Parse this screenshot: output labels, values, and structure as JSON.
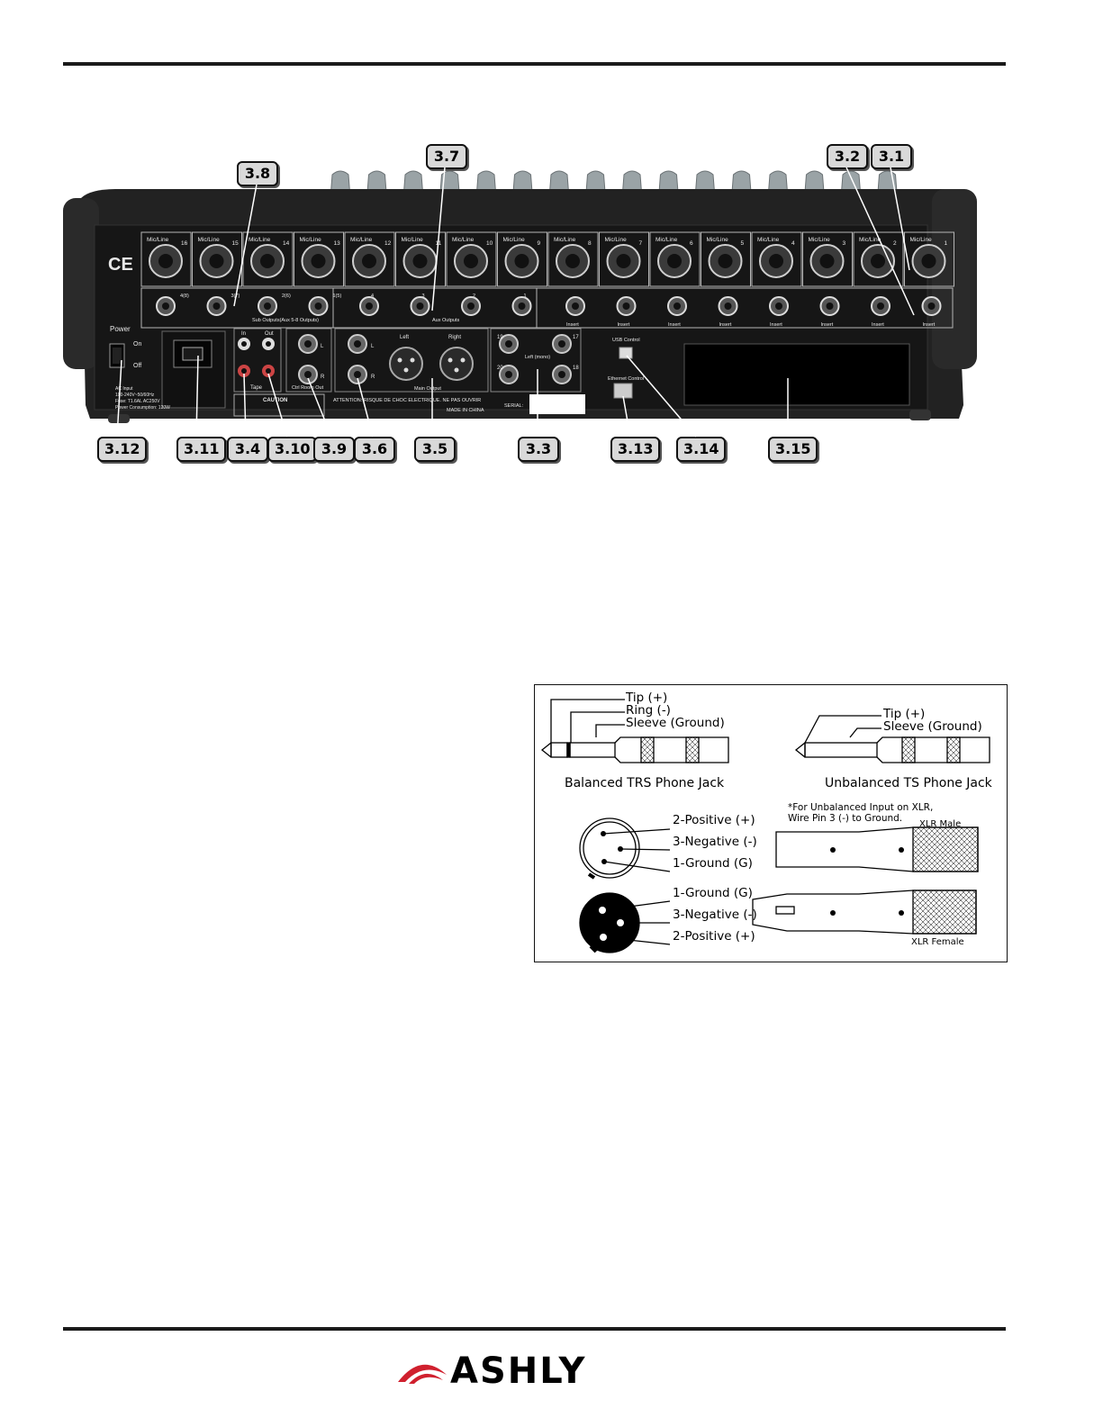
{
  "callouts": {
    "c38": "3.8",
    "c37": "3.7",
    "c32": "3.2",
    "c31": "3.1",
    "c312": "3.12",
    "c311": "3.11",
    "c34": "3.4",
    "c310": "3.10",
    "c39": "3.9",
    "c36": "3.6",
    "c35": "3.5",
    "c33": "3.3",
    "c313": "3.13",
    "c314": "3.14",
    "c315": "3.15"
  },
  "panel_text": {
    "mic_line": "Mic/Line",
    "channels_top": [
      "16",
      "15",
      "14",
      "13",
      "12",
      "11",
      "10",
      "9",
      "8",
      "7",
      "6",
      "5",
      "4",
      "3",
      "2",
      "1"
    ],
    "insert": "Insert",
    "sub_outputs": "Sub Outputs(Aux 5-8 Outputs)",
    "sub_out_nums": [
      "4(8)",
      "3(7)",
      "2(6)",
      "1(5)"
    ],
    "aux_outputs": "Aux Outputs",
    "aux_nums": [
      "4",
      "3",
      "2",
      "1"
    ],
    "power": "Power",
    "on": "On",
    "off": "Off",
    "in": "In",
    "out": "Out",
    "tape": "Tape",
    "ctrl_room_out": "Ctrl Room Out",
    "left": "Left",
    "right": "Right",
    "main_output": "Main Output",
    "l": "L",
    "r": "R",
    "st_left_mono": "Left\n(mono)",
    "st_nums": [
      "19",
      "17",
      "20",
      "18"
    ],
    "usb_control": "USB Control",
    "ethernet_control": "Ethernet Control",
    "caution": "CAUTION",
    "attention": "ATTENTION: RISQUE DE CHOC ELECTRIQUE. NE PAS OUVRIR",
    "made_in": "MADE IN CHINA",
    "serial": "SERIAL:",
    "ce": "CE",
    "ac_input": "AC Input",
    "voltage": "100-240V~50/60Hz",
    "fuse": "Fuse: T1.6AL AC250V",
    "power_consumption": "Power Consumption: 120W"
  },
  "diagram": {
    "trs": {
      "tip": "Tip (+)",
      "ring": "Ring (-)",
      "sleeve": "Sleeve (Ground)",
      "caption": "Balanced TRS Phone Jack"
    },
    "ts": {
      "tip": "Tip (+)",
      "sleeve": "Sleeve (Ground)",
      "caption": "Unbalanced TS Phone Jack"
    },
    "note": "*For Unbalanced Input on XLR,\nWire Pin 3 (-) to Ground.",
    "xlr_male_pins": [
      "2-Positive (+)",
      "3-Negative (-)",
      "1-Ground (G)"
    ],
    "xlr_female_pins": [
      "1-Ground (G)",
      "3-Negative (-)",
      "2-Positive (+)"
    ],
    "xlr_male": "XLR Male",
    "xlr_female": "XLR Female"
  },
  "footer": {
    "logo": "ASHLY"
  },
  "colors": {
    "brand_red": "#d0202e",
    "panel": "#1c1c1c"
  }
}
